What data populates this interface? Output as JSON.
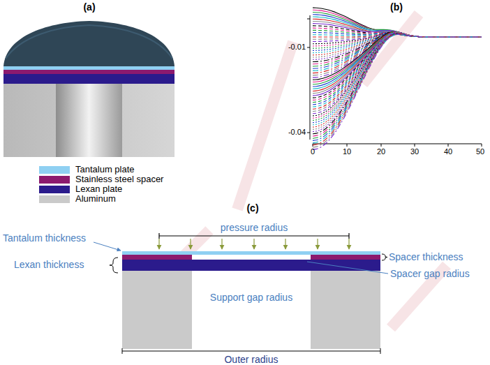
{
  "diagram": {
    "labels": [
      "(a)",
      "(b)",
      "-0.01",
      "-0.04",
      "0",
      "10",
      "20",
      "30",
      "40",
      "50",
      "(c)",
      "pressure radius",
      "Tantalum thickness",
      "Lexan thickness",
      "Spacer thickness",
      "Spacer gap radius",
      "Support gap radius",
      "Outer radius"
    ],
    "legend": [
      {
        "text": "Tantalum plate",
        "color": "#8fd0f2"
      },
      {
        "text": "Stainless steel spacer",
        "color": "#8c1a6e"
      },
      {
        "text": "Lexan plate",
        "color": "#2b1b8c"
      },
      {
        "text": "Aluminum",
        "color": "#cacaca"
      }
    ]
  }
}
